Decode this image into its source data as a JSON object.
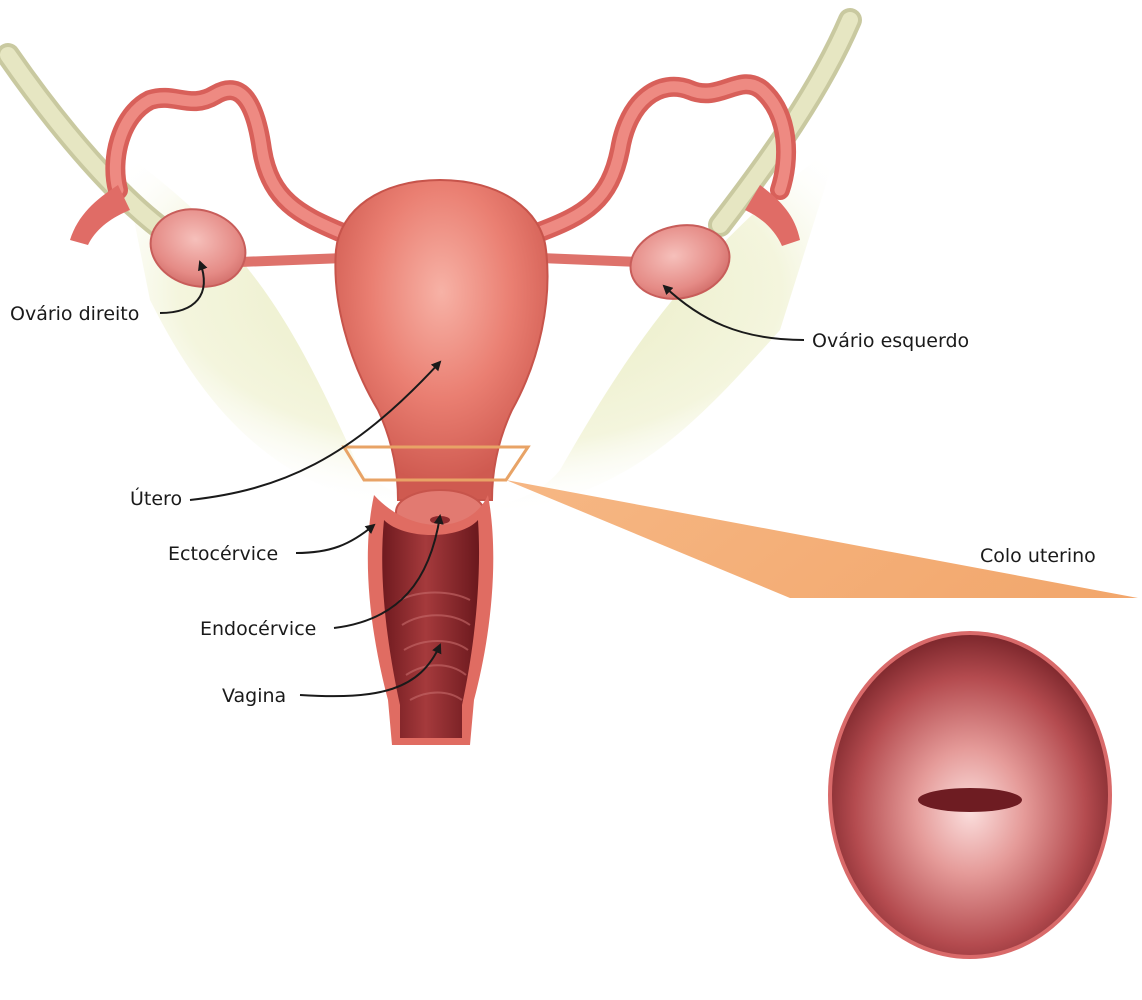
{
  "labels": {
    "right_ovary": "Ovário direito",
    "left_ovary": "Ovário esquerdo",
    "uterus": "Útero",
    "ectocervix": "Ectocérvice",
    "endocervix": "Endocérvice",
    "vagina": "Vagina",
    "cervix": "Colo uterino"
  },
  "colors": {
    "tissue": "#e9786e",
    "tissue_dark": "#c9534b",
    "tissue_deep": "#7a1f24",
    "ligament": "#eeefc8",
    "callout": "#f2a86a",
    "outline": "#e8a366"
  }
}
